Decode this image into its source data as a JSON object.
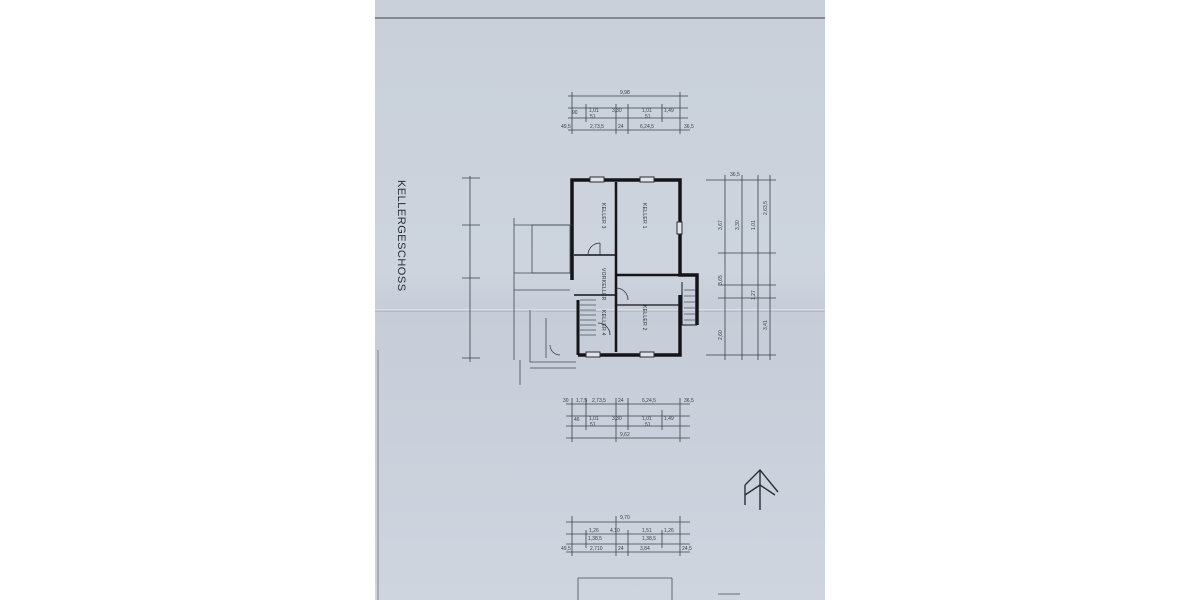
{
  "drawing": {
    "title": "KELLERGESCHOSS",
    "rooms": [
      "KELLER 3",
      "KELLER 1",
      "VORKELLER",
      "KELLER 2",
      "KELLER 4"
    ]
  },
  "dimensions": {
    "top": {
      "overall": "9,98",
      "segments_a": [
        "90",
        "1,01",
        "3,30",
        "1,01",
        "1,49"
      ],
      "segments_b": [
        "51",
        "51"
      ],
      "segments_c": [
        "49,5",
        "2,73,5",
        "24",
        "6,24,5",
        "36,5"
      ]
    },
    "bottom": {
      "segments_a": [
        "30",
        "1,7,5",
        "2,73,5",
        "24",
        "6,24,5",
        "36,5"
      ],
      "segments_b": [
        "46",
        "1,01",
        "3,30",
        "1,01",
        "1,49"
      ],
      "segments_c": [
        "51",
        "51"
      ],
      "overall": "9,62"
    },
    "right": [
      "36,5",
      "3,67",
      "3,30",
      "1,01",
      "2,63,5",
      "3,65",
      "2,60",
      "3,41",
      "1,27"
    ],
    "lower_block": {
      "overall": "9,70",
      "segments_a": [
        "1,26",
        "4,10",
        "1,51",
        "1,26"
      ],
      "segments_b": [
        "1,38,5",
        "1,38,5"
      ],
      "segments_c": [
        "49,5",
        "2,710",
        "24",
        "3,84",
        "24,5"
      ]
    }
  }
}
